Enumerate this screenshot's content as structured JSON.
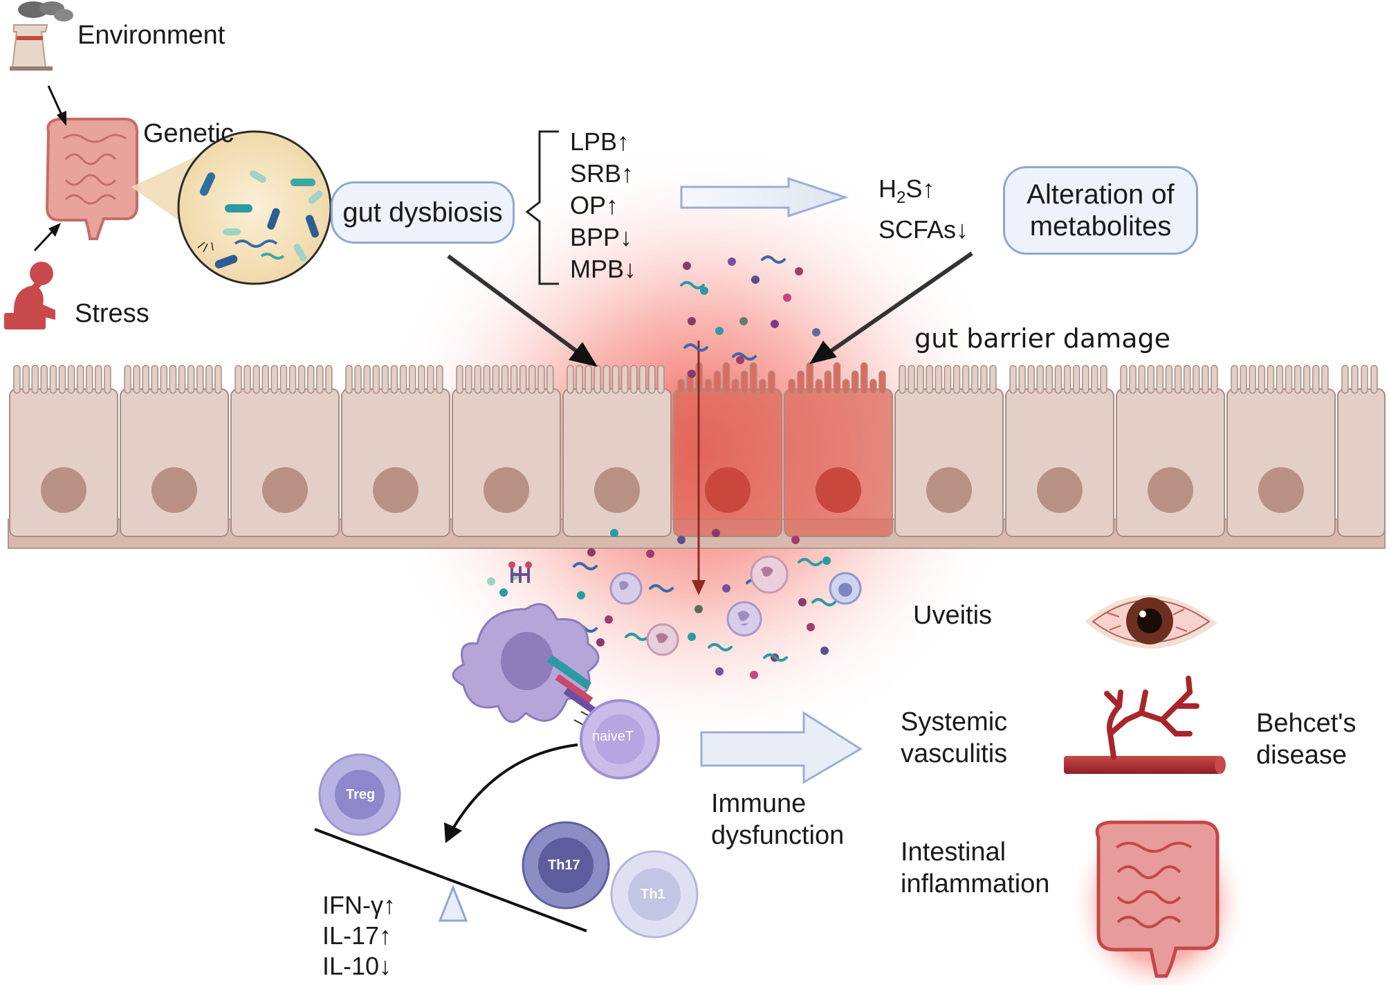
{
  "labels": {
    "environment": "Environment",
    "genetic": "Genetic",
    "stress": "Stress",
    "gut_dysbiosis": "gut dysbiosis",
    "bacteria_changes": [
      "LPB↑",
      "SRB↑",
      "OP↑",
      "BPP↓",
      "MPB↓"
    ],
    "metabolites_h2s_pre": "H",
    "metabolites_h2s_sub": "2",
    "metabolites_h2s_post": "S↑",
    "metabolites_scfas": "SCFAs↓",
    "alteration_line1": "Alteration of",
    "alteration_line2": "metabolites",
    "gut_barrier": "gut barrier damage",
    "naive_t": "naiveT",
    "treg": "Treg",
    "th17": "Th17",
    "th1": "Th1",
    "cytokines": [
      "IFN-γ↑",
      "IL-17↑",
      "IL-10↓"
    ],
    "immune_line1": "Immune",
    "immune_line2": "dysfunction",
    "uveitis": "Uveitis",
    "vasculitis_line1": "Systemic",
    "vasculitis_line2": "vasculitis",
    "behcet_line1": "Behcet's",
    "behcet_line2": "disease",
    "intestinal_line1": "Intestinal",
    "intestinal_line2": "inflammation"
  },
  "colors": {
    "cell_fill": "#e3cfc6",
    "cell_stroke": "#a88d83",
    "nucleus": "#b99184",
    "damage_glow": "#f0443a",
    "pill_border": "#8fa6d0",
    "arrow_fill": "#e9edf6",
    "vessel": "#a8262b",
    "gut_pink": "#e79b9b",
    "dc_purple": "#a796cf",
    "treg": "#8d88cc",
    "th17": "#5d5d9e",
    "th1": "#c3c5e4"
  }
}
